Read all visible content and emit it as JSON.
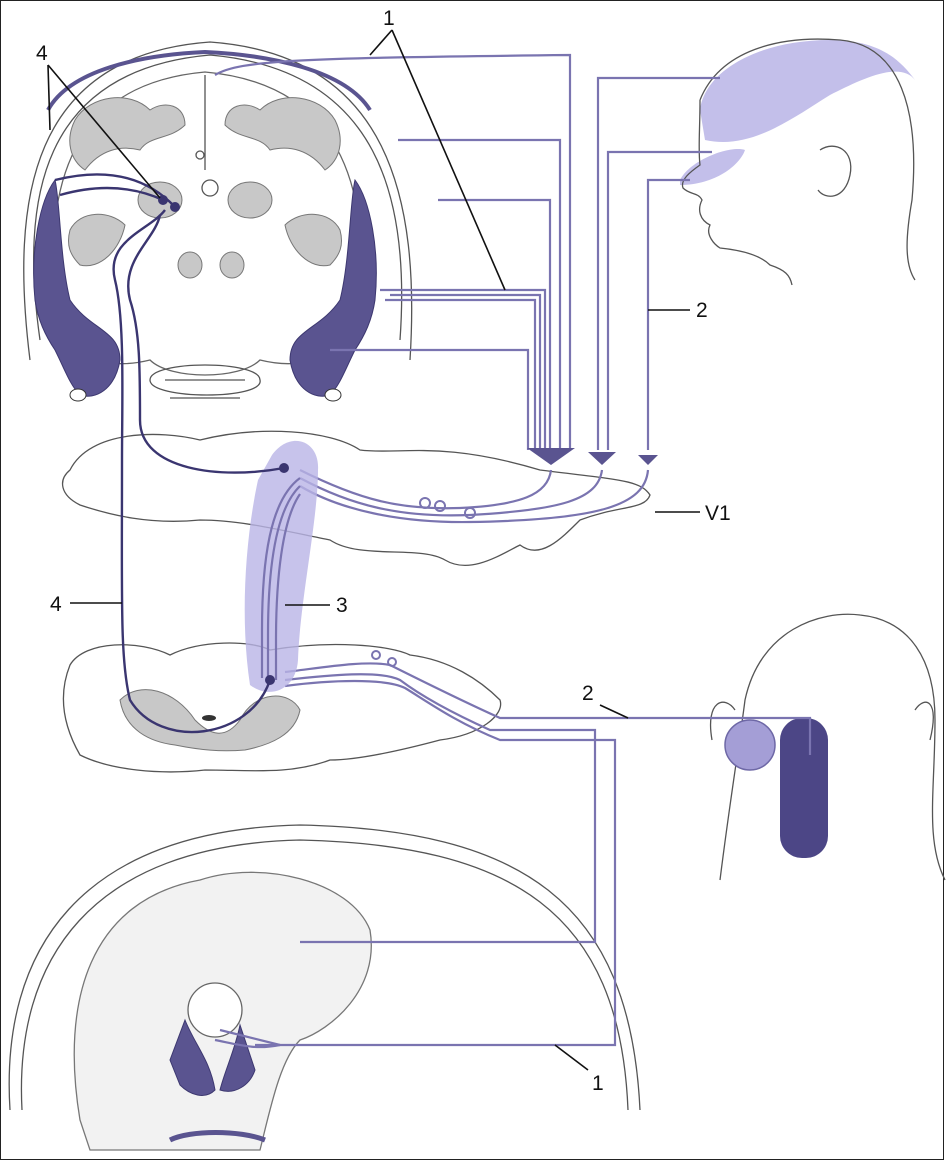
{
  "labels": {
    "l1_top": "1",
    "l4_top": "4",
    "l2_right": "2",
    "v1": "V1",
    "l4_left": "4",
    "l3": "3",
    "l2_lower": "2",
    "l1_bottom": "1"
  },
  "colors": {
    "pathway_light": "#7a74b0",
    "pathway_dark": "#3a3570",
    "shading": "#b9b4e6",
    "venous_sinus": "#5a5490",
    "gray_matter": "#c8c8c8"
  }
}
